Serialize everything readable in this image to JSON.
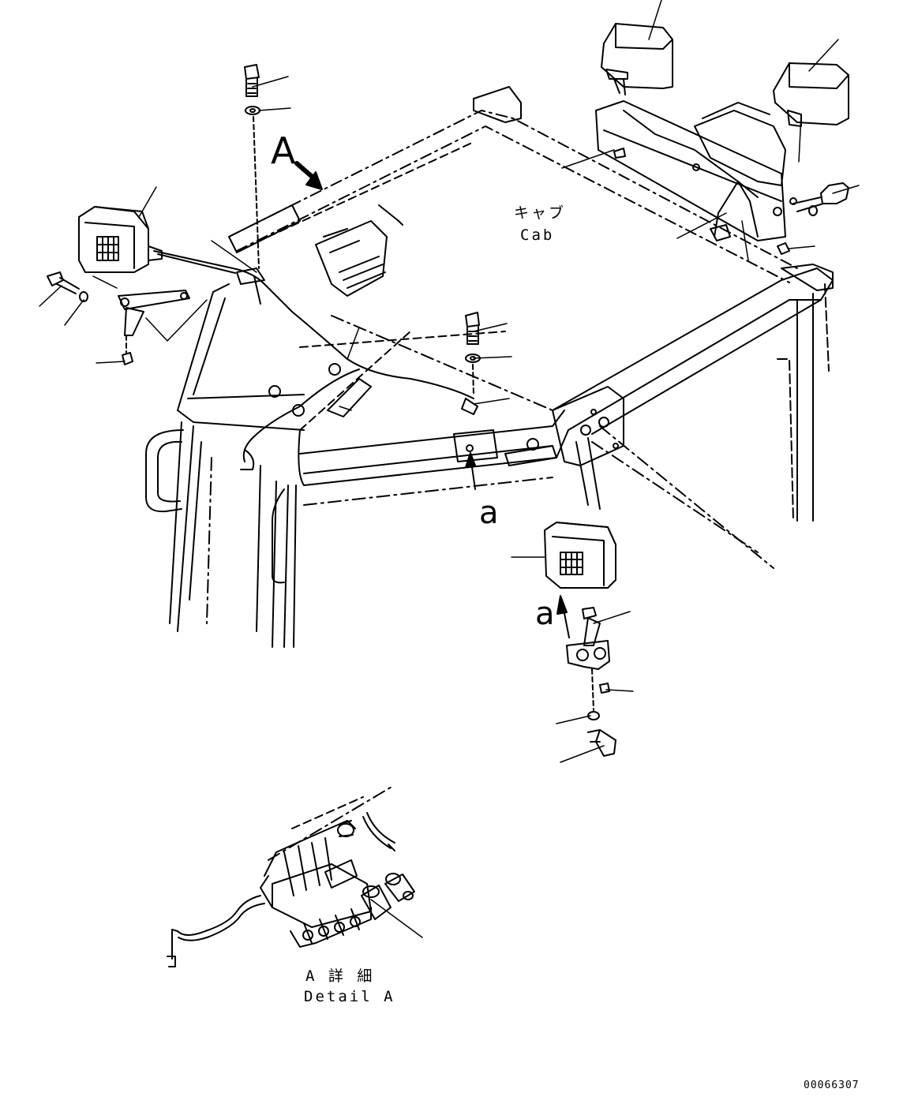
{
  "labels": {
    "view_marker": "A",
    "cab_jp": "キャブ",
    "cab_en": "Cab",
    "ref_a_upper": "a",
    "ref_a_lower": "a",
    "detail_jp": "A 詳 細",
    "detail_en": "Detail A",
    "drawing_code": "00066307"
  },
  "colors": {
    "line": "#000000",
    "background": "#ffffff"
  }
}
